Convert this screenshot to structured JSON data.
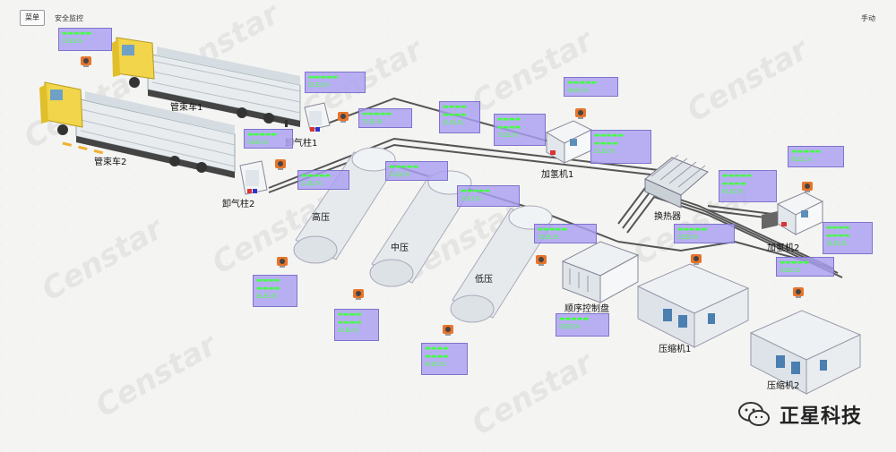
{
  "topbar": {
    "menu_label": "菜单",
    "page_title": "安全监控",
    "mode_label": "手动"
  },
  "watermark": "Censtar",
  "equipment": {
    "truck1": "管束车1",
    "truck2": "管束车2",
    "unload1": "卸气柱1",
    "unload2": "卸气柱2",
    "tank_high": "高压",
    "tank_mid": "中压",
    "tank_low": "低压",
    "dispenser1": "加氢机1",
    "dispenser2": "加氢机2",
    "heat_exchanger": "换热器",
    "sequence_panel": "顺序控制盘",
    "compressor1": "压缩机1",
    "compressor2": "压缩机2"
  },
  "sensors": {
    "s1": {
      "reading": "2LEL%"
    },
    "s2": {
      "reading": "5LEL%"
    },
    "s3": {
      "reading": "7LEL%"
    },
    "s4": {
      "reading": "0LEL%"
    },
    "s5": {
      "reading": "1LEL%"
    },
    "s6": {
      "reading": "1LEL%"
    },
    "s7": {
      "reading": "1LEL%"
    },
    "s8": {
      "reading": "7LEL%"
    },
    "s9": {
      "reading": "8LEL%"
    },
    "s10": {
      "reading": "2LEL%"
    },
    "s11": {
      "reading": "8LEL%"
    },
    "s12": {
      "reading": "6LEL%"
    },
    "s13": {
      "reading": "3LEL%"
    },
    "s14": {
      "reading": "1LEL%"
    },
    "s15": {
      "reading": "3LEL%"
    },
    "s16": {
      "reading": "5LEL%"
    },
    "s17": {
      "reading": "3LEL%"
    },
    "s18": {
      "reading": "0LEL%"
    },
    "s19": {
      "reading": "6LEL%"
    },
    "s20": {
      "reading": "0LEL%"
    },
    "s21": {
      "reading": "4LEL%"
    }
  },
  "brand": {
    "name": "正星科技"
  },
  "colors": {
    "sensor_bg": "#aaa0f0",
    "reading": "#44ff44",
    "truck_cab": "#f2d54a",
    "pipe": "#555555"
  }
}
